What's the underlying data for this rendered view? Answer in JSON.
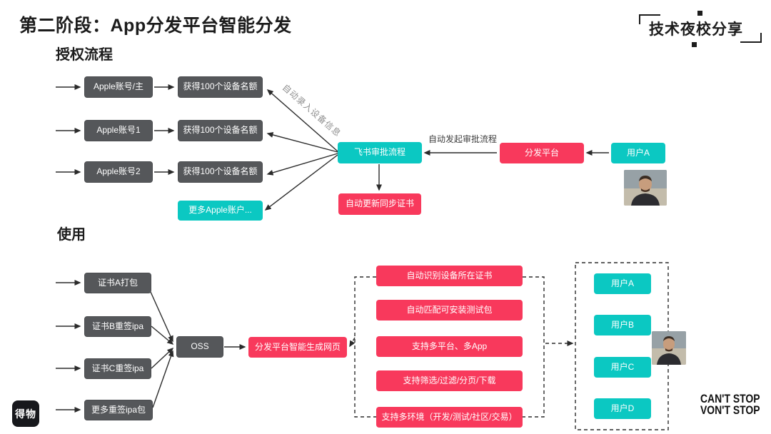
{
  "page": {
    "title": "第二阶段：App分发平台智能分发",
    "corner_logo": "技术夜校分享",
    "brand_logo": "得物",
    "slogan_line1": "CAN'T STOP",
    "slogan_line2": "VON'T STOP"
  },
  "colors": {
    "cyan": "#0bc8c2",
    "red": "#f8395c",
    "gray": "#55575a"
  },
  "auth": {
    "heading": "授权流程",
    "accounts": [
      "Apple账号/主",
      "Apple账号1",
      "Apple账号2"
    ],
    "quotas": [
      "获得100个设备名额",
      "获得100个设备名额",
      "获得100个设备名额"
    ],
    "more_accounts": "更多Apple账户...",
    "feishu_flow": "飞书审批流程",
    "sync_cert": "自动更新同步证书",
    "auto_record_label": "自动录入设备信息",
    "auto_initiate_label": "自动发起审批流程",
    "platform": "分发平台",
    "user": "用户A"
  },
  "usage": {
    "heading": "使用",
    "sources": [
      "证书A打包",
      "证书B重签ipa",
      "证书C重签ipa",
      "更多重签ipa包"
    ],
    "oss": "OSS",
    "generate_page": "分发平台智能生成网页",
    "features": [
      "自动识别设备所在证书",
      "自动匹配可安装测试包",
      "支持多平台、多App",
      "支持筛选/过滤/分页/下载",
      "支持多环境（开发/测试/社区/交易）"
    ],
    "users": [
      "用户A",
      "用户B",
      "用户C",
      "用户D"
    ]
  }
}
